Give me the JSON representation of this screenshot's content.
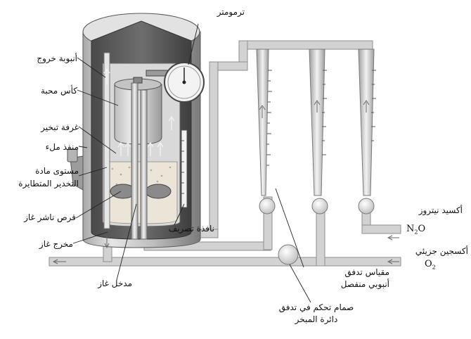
{
  "labels": {
    "thermometer": "ترمومتر",
    "outlet_tube": "أنبوبة خروج",
    "wick_cup": "كأس محبة",
    "vaporizing_chamber": "غرفة تبخير",
    "filling_port": "منفذ ملء",
    "liquid_level_line1": "مستوى مادة",
    "liquid_level_line2": "التخدير المتطايرة",
    "gas_diffuser_disk": "قرص ناشر غاز",
    "gas_outlet": "مخرج غاز",
    "drain_window": "نافذة تصريف",
    "gas_inlet": "مدخل غاز",
    "flowmeter_line1": "مقياس تدفق",
    "flowmeter_line2": "أنبوبي منفصل",
    "control_valve_line1": "صمام تحكم في تدفق",
    "control_valve_line2": "دائرة المبخر",
    "nitrous_oxide": "أكسيد نيتروز",
    "oxygen": "أكسجين جزيئي"
  },
  "formulas": {
    "n2o_a": "N",
    "n2o_sub": "2",
    "n2o_b": "O",
    "o2_a": "O",
    "o2_sub": "2"
  },
  "colors": {
    "pipe": "#cfcfcf",
    "pipe_edge": "#8a8a8a",
    "canister_dark": "#5e5e5e",
    "canister_light": "#d8d8d8"
  }
}
